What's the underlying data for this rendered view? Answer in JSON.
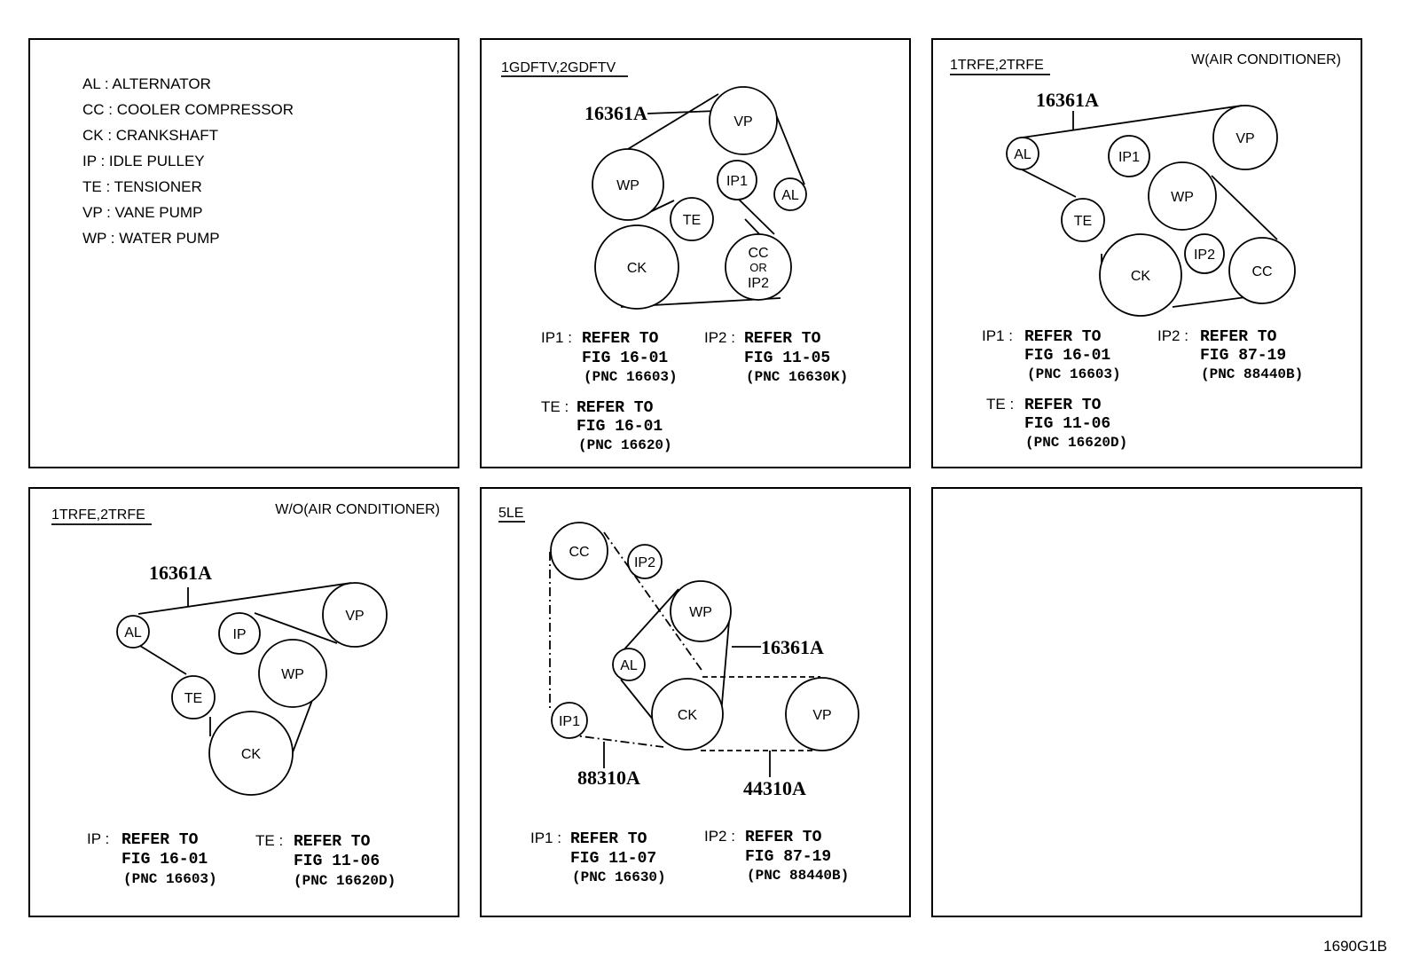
{
  "legend": [
    "AL : ALTERNATOR",
    "CC : COOLER COMPRESSOR",
    "CK : CRANKSHAFT",
    "IP : IDLE PULLEY",
    "TE : TENSIONER",
    "VP : VANE PUMP",
    "WP : WATER PUMP"
  ],
  "figure_id": "1690G1B",
  "panel_1gd": {
    "title": "1GDFTV,2GDFTV",
    "part_belt": "16361A",
    "pulleys": {
      "vp": "VP",
      "wp": "WP",
      "ip1": "IP1",
      "al": "AL",
      "te": "TE",
      "ck": "CK",
      "cc": "CC",
      "or": "OR",
      "ip2": "IP2"
    },
    "refs": [
      {
        "key": "IP1 :",
        "line1": "REFER TO",
        "line2": "FIG 16-01",
        "line3": "(PNC 16603)"
      },
      {
        "key": "IP2 :",
        "line1": "REFER TO",
        "line2": "FIG 11-05",
        "line3": "(PNC 16630K)"
      },
      {
        "key": "TE :",
        "line1": "REFER TO",
        "line2": "FIG 16-01",
        "line3": "(PNC 16620)"
      }
    ]
  },
  "panel_1tr_ac": {
    "title": "1TRFE,2TRFE",
    "note": "W(AIR CONDITIONER)",
    "part_belt": "16361A",
    "pulleys": {
      "al": "AL",
      "ip1": "IP1",
      "vp": "VP",
      "wp": "WP",
      "te": "TE",
      "ck": "CK",
      "ip2": "IP2",
      "cc": "CC"
    },
    "refs": [
      {
        "key": "IP1 :",
        "line1": "REFER TO",
        "line2": "FIG 16-01",
        "line3": "(PNC 16603)"
      },
      {
        "key": "IP2 :",
        "line1": "REFER TO",
        "line2": "FIG 87-19",
        "line3": "(PNC 88440B)"
      },
      {
        "key": "TE :",
        "line1": "REFER TO",
        "line2": "FIG 11-06",
        "line3": "(PNC 16620D)"
      }
    ]
  },
  "panel_1tr_noac": {
    "title": "1TRFE,2TRFE",
    "note": "W/O(AIR CONDITIONER)",
    "part_belt": "16361A",
    "pulleys": {
      "al": "AL",
      "ip": "IP",
      "vp": "VP",
      "wp": "WP",
      "te": "TE",
      "ck": "CK"
    },
    "refs": [
      {
        "key": "IP :",
        "line1": "REFER TO",
        "line2": "FIG 16-01",
        "line3": "(PNC 16603)"
      },
      {
        "key": "TE :",
        "line1": "REFER TO",
        "line2": "FIG 11-06",
        "line3": "(PNC 16620D)"
      }
    ]
  },
  "panel_5le": {
    "title": "5LE",
    "part_belt": "16361A",
    "part_belt_2": "88310A",
    "part_belt_3": "44310A",
    "pulleys": {
      "cc": "CC",
      "ip2": "IP2",
      "wp": "WP",
      "al": "AL",
      "ck": "CK",
      "vp": "VP",
      "ip1": "IP1"
    },
    "refs": [
      {
        "key": "IP1 :",
        "line1": "REFER TO",
        "line2": "FIG 11-07",
        "line3": "(PNC 16630)"
      },
      {
        "key": "IP2 :",
        "line1": "REFER TO",
        "line2": "FIG 87-19",
        "line3": "(PNC 88440B)"
      }
    ]
  }
}
